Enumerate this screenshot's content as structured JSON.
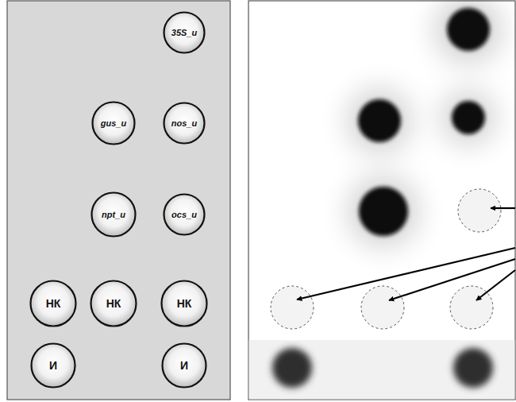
{
  "diagram": {
    "nodes": [
      {
        "text": [
          "35S_и"
        ]
      },
      {
        "text": [
          "gus_и"
        ]
      },
      {
        "text": [
          "nos_и"
        ]
      },
      {
        "text": [
          "npt_и"
        ]
      },
      {
        "text": [
          "ocs_и"
        ]
      },
      {
        "text": [
          "НК"
        ]
      },
      {
        "text": [
          "НК"
        ]
      },
      {
        "text": [
          "НК"
        ]
      },
      {
        "text": [
          "И"
        ]
      },
      {
        "text": [
          "И"
        ]
      }
    ]
  }
}
